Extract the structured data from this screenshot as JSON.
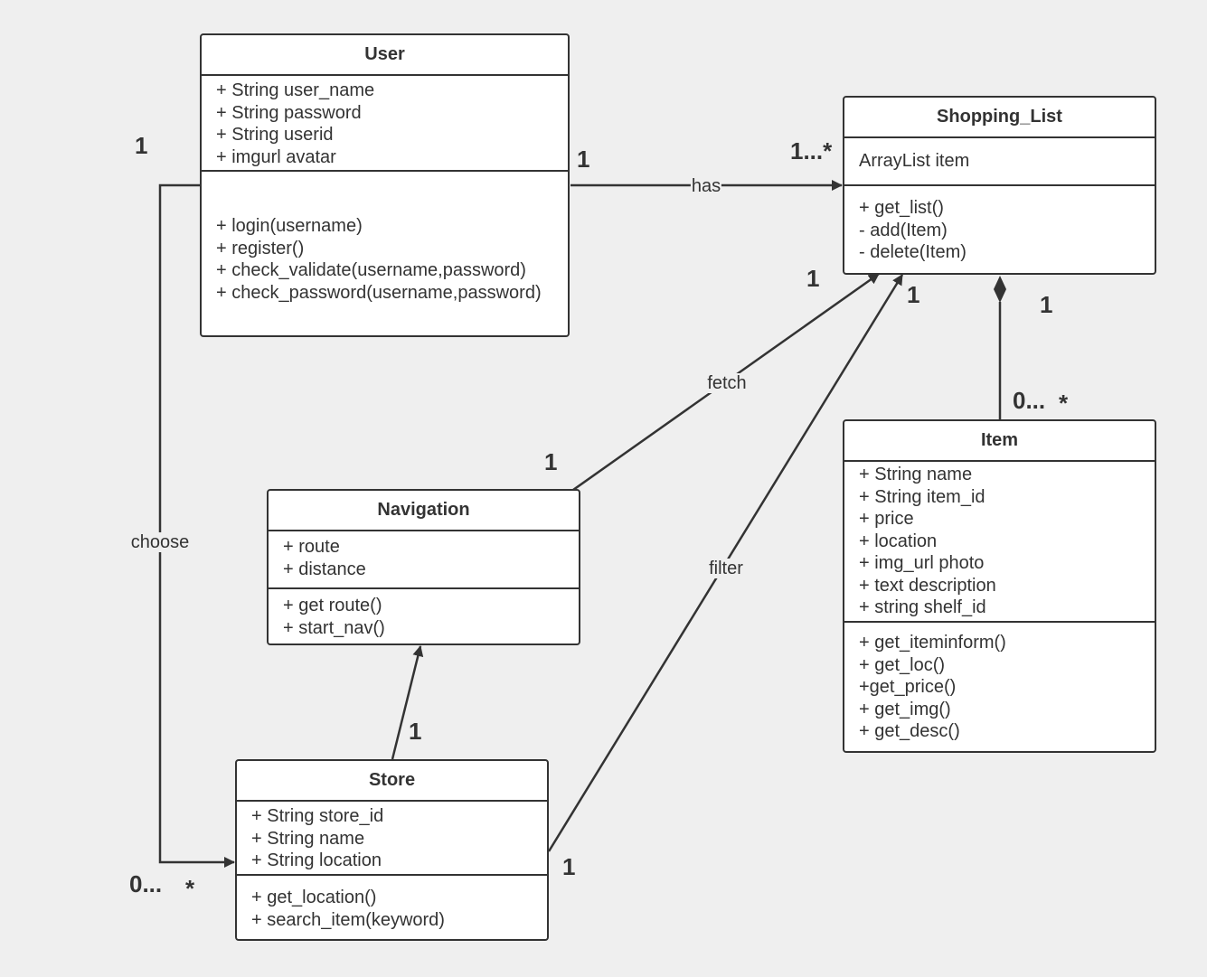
{
  "classes": {
    "user": {
      "name": "User",
      "attributes": [
        "+ String user_name",
        "+ String password",
        "+ String userid",
        "+ imgurl avatar"
      ],
      "methods": [
        "+ login(username)",
        "+ register()",
        "+ check_validate(username,password)",
        "+ check_password(username,password)"
      ]
    },
    "shopping_list": {
      "name": "Shopping_List",
      "attributes": [
        "ArrayList item"
      ],
      "methods": [
        "+ get_list()",
        "- add(Item)",
        "- delete(Item)"
      ]
    },
    "navigation": {
      "name": "Navigation",
      "attributes": [
        "+ route",
        "+ distance"
      ],
      "methods": [
        "+ get route()",
        "+ start_nav()"
      ]
    },
    "item": {
      "name": "Item",
      "attributes": [
        "+ String name",
        "+ String item_id",
        "+ price",
        "+ location",
        "+ img_url photo",
        "+ text description",
        "+ string shelf_id"
      ],
      "methods": [
        "+ get_iteminform()",
        "+ get_loc()",
        "+get_price()",
        "+ get_img()",
        "+ get_desc()"
      ]
    },
    "store": {
      "name": "Store",
      "attributes": [
        "+ String store_id",
        "+ String name",
        "+ String location"
      ],
      "methods": [
        "+ get_location()",
        "+ search_item(keyword)"
      ]
    }
  },
  "relations": {
    "has": {
      "label": "has",
      "source_multiplicity": "1",
      "target_multiplicity": "1...*"
    },
    "choose": {
      "label": "choose",
      "source_multiplicity": "1",
      "target_multiplicity_num": "0...",
      "target_multiplicity_star": "*"
    },
    "fetch": {
      "label": "fetch",
      "source_multiplicity": "1",
      "target_multiplicity": "1"
    },
    "filter": {
      "label": "filter",
      "source_multiplicity": "1",
      "target_multiplicity": "1"
    },
    "store_nav": {
      "source_multiplicity": "1"
    },
    "composition": {
      "whole_multiplicity": "1",
      "part_multiplicity_num": "0...",
      "part_multiplicity_star": "*"
    }
  }
}
